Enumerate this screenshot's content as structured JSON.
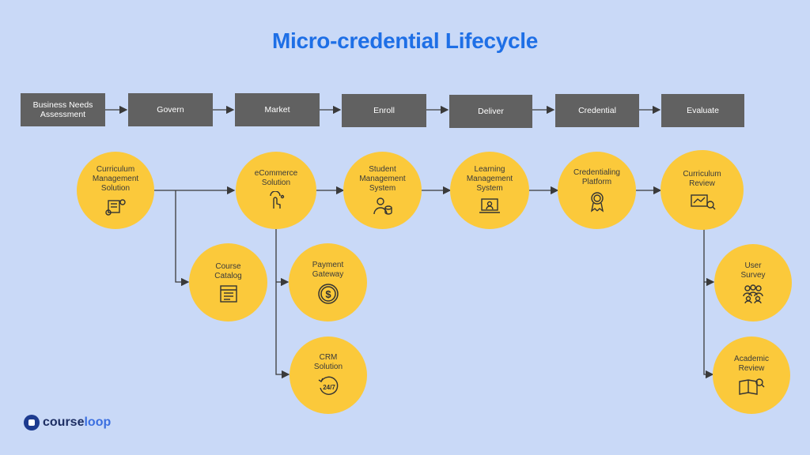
{
  "title": "Micro-credential Lifecycle",
  "stages": [
    "Business Needs\nAssessment",
    "Govern",
    "Market",
    "Enroll",
    "Deliver",
    "Credential",
    "Evaluate"
  ],
  "nodes": {
    "curriculum_mgmt": {
      "label": "Curriculum\nManagement\nSolution",
      "icon": "curriculum-management-icon"
    },
    "ecommerce": {
      "label": "eCommerce\nSolution",
      "icon": "touch-hand-icon"
    },
    "sms": {
      "label": "Student\nManagement\nSystem",
      "icon": "student-database-icon"
    },
    "lms": {
      "label": "Learning\nManagement\nSystem",
      "icon": "laptop-learner-icon"
    },
    "credentialing": {
      "label": "Credentialing\nPlatform",
      "icon": "award-ribbon-icon"
    },
    "curriculum_review": {
      "label": "Curriculum\nReview",
      "icon": "review-board-icon"
    },
    "course_catalog": {
      "label": "Course\nCatalog",
      "icon": "catalog-icon"
    },
    "payment_gateway": {
      "label": "Payment\nGateway",
      "icon": "dollar-coin-icon"
    },
    "crm": {
      "label": "CRM\nSolution",
      "icon": "24-7-support-icon"
    },
    "user_survey": {
      "label": "User\nSurvey",
      "icon": "group-people-icon"
    },
    "academic_review": {
      "label": "Academic\nReview",
      "icon": "book-search-icon"
    }
  },
  "brand": {
    "part1": "course",
    "part2": "loop"
  },
  "colors": {
    "background": "#c9d9f7",
    "title": "#1e6fe6",
    "stage": "#616161",
    "node": "#fbc93b",
    "brand": "#1d3b8f"
  }
}
